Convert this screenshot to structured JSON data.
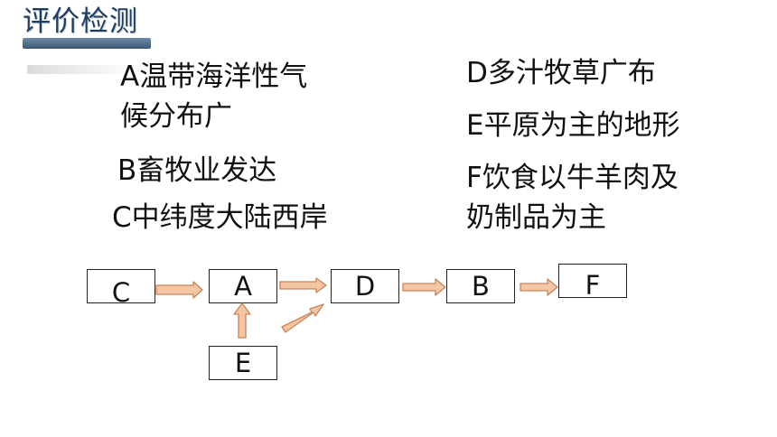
{
  "title": "评价检测",
  "statements": {
    "a_line1": "A温带海洋性气",
    "a_line2": "候分布广",
    "b": "B畜牧业发达",
    "c": "C中纬度大陆西岸",
    "d": "D多汁牧草广布",
    "e": "E平原为主的地形",
    "f_line1": "F饮食以牛羊肉及",
    "f_line2": "奶制品为主"
  },
  "diagram": {
    "boxes": [
      "C",
      "A",
      "D",
      "B",
      "F",
      "E"
    ]
  },
  "colors": {
    "arrow_fill": "#f3c6a4",
    "arrow_stroke": "#c8835a",
    "title": "#1f3d5c"
  }
}
